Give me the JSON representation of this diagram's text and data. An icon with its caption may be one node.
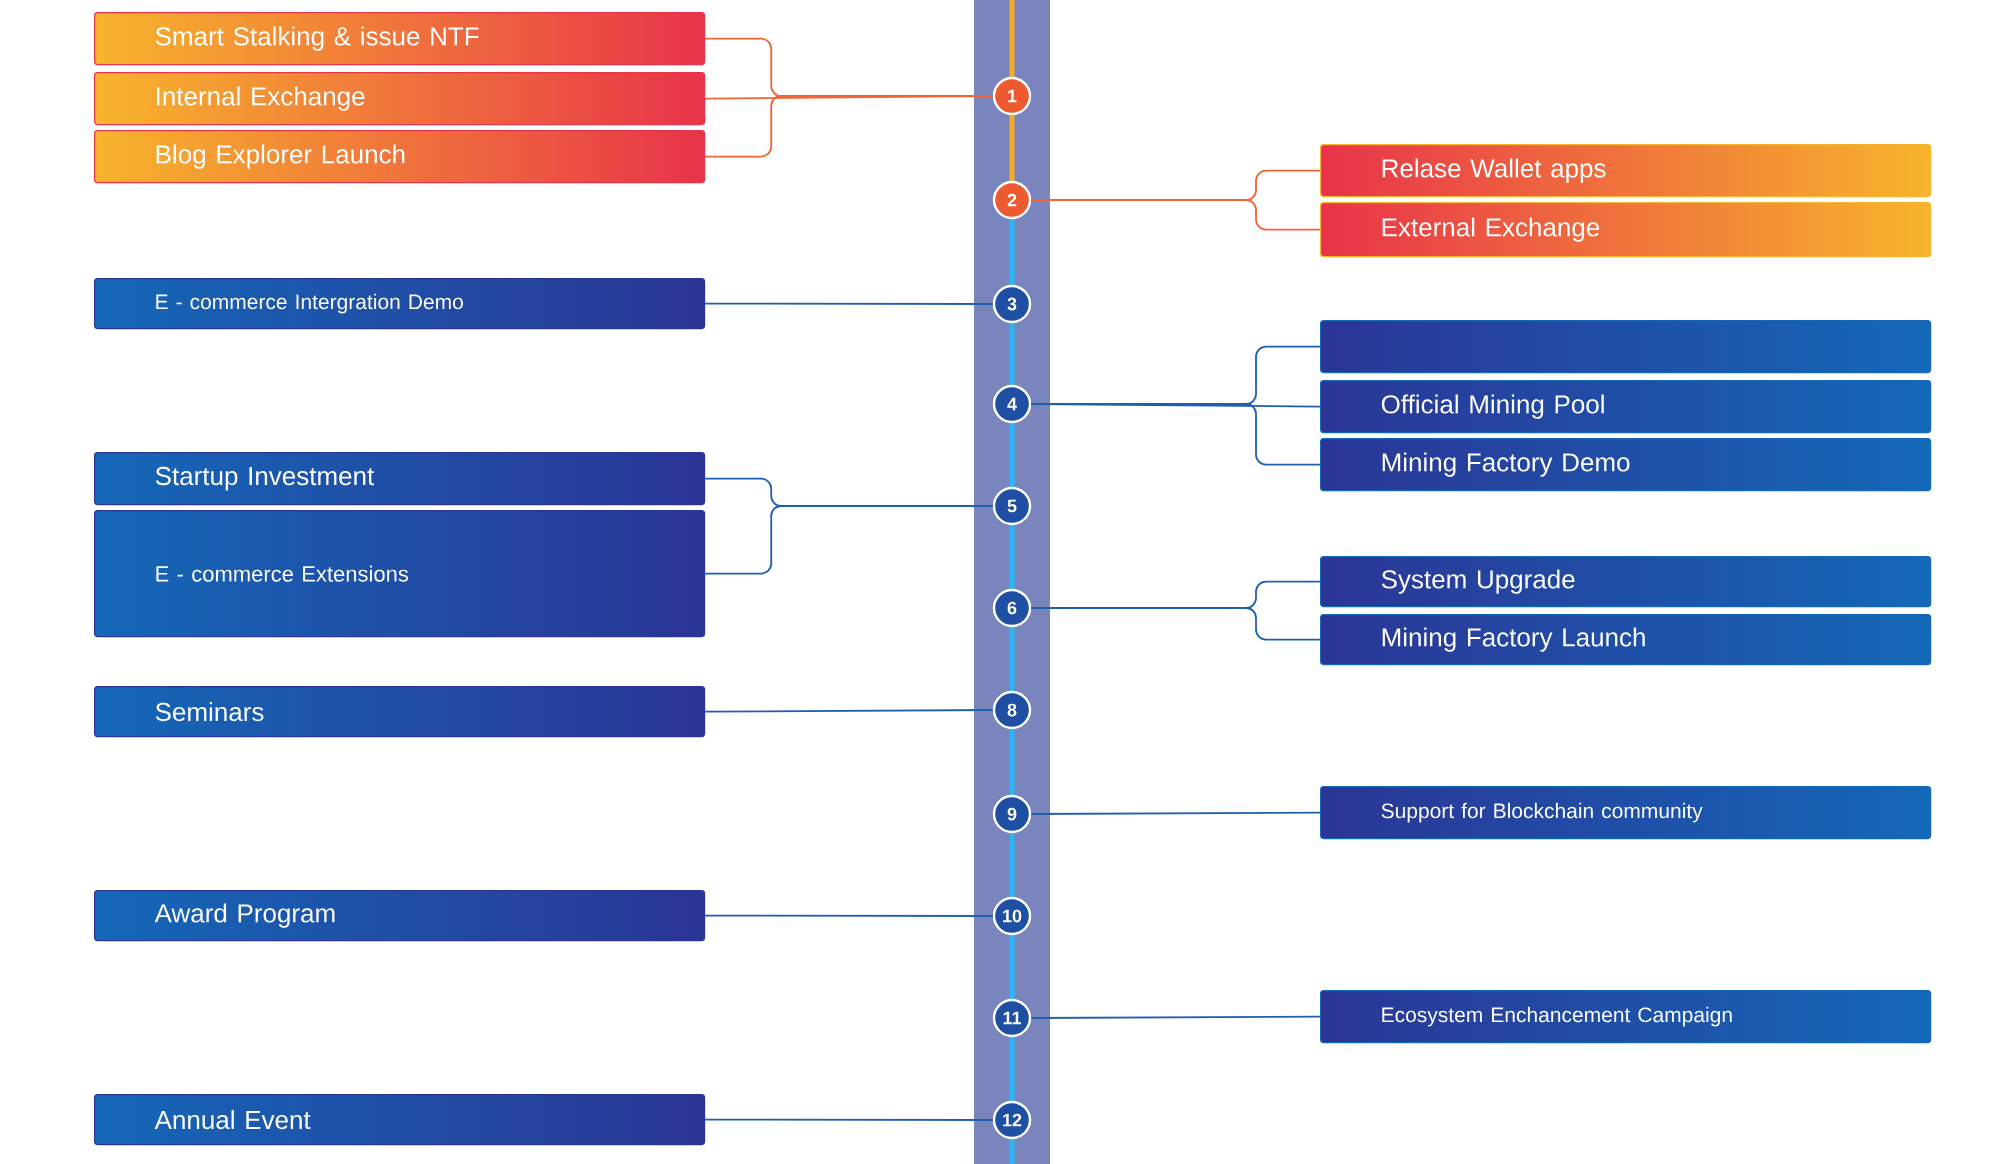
{
  "diagram": {
    "nodes": [
      {
        "text": [
          "Smart Stalking & issue NTF"
        ]
      },
      {
        "text": [
          "Internal Exchange"
        ]
      },
      {
        "text": [
          "Blog Explorer Launch"
        ]
      },
      {
        "text": [
          "1"
        ]
      },
      {
        "text": [
          "2"
        ]
      },
      {
        "text": [
          "Relase Wallet apps"
        ]
      },
      {
        "text": [
          "External Exchange"
        ]
      },
      {
        "text": [
          "E - commerce Intergration Demo"
        ]
      },
      {
        "text": [
          "3"
        ]
      },
      {
        "text": [],
        "shape": "box"
      },
      {
        "text": [
          "4"
        ]
      },
      {
        "text": [
          "Official Mining Pool"
        ]
      },
      {
        "text": [
          "Mining Factory Demo"
        ]
      },
      {
        "text": [
          "Startup Investment"
        ]
      },
      {
        "text": [
          "E - commerce Extensions"
        ]
      },
      {
        "text": [
          "5"
        ]
      },
      {
        "text": [
          "6"
        ]
      },
      {
        "text": [
          "System Upgrade"
        ]
      },
      {
        "text": [
          "Mining Factory Launch"
        ]
      },
      {
        "text": [
          "Seminars"
        ]
      },
      {
        "text": [
          "8"
        ]
      },
      {
        "text": [
          "9"
        ]
      },
      {
        "text": [
          "Support for Blockchain community"
        ]
      },
      {
        "text": [
          "Award Program"
        ]
      },
      {
        "text": [
          "10"
        ]
      },
      {
        "text": [
          "11"
        ]
      },
      {
        "text": [
          "Ecosystem Enchancement Campaign"
        ]
      },
      {
        "text": [
          "Annual Event"
        ]
      },
      {
        "text": [
          "12"
        ]
      }
    ],
    "edges": [
      {
        "from": 3,
        "to": 0,
        "arrow": "none",
        "color": "#f0643a"
      },
      {
        "from": 3,
        "to": 1,
        "arrow": "none",
        "color": "#f0643a"
      },
      {
        "from": 3,
        "to": 2,
        "arrow": "none",
        "color": "#f0643a"
      },
      {
        "from": 4,
        "to": 5,
        "arrow": "none",
        "color": "#f0643a"
      },
      {
        "from": 4,
        "to": 6,
        "arrow": "none",
        "color": "#f0643a"
      },
      {
        "from": 8,
        "to": 7,
        "arrow": "none"
      },
      {
        "from": 10,
        "to": 9,
        "arrow": "none"
      },
      {
        "from": 10,
        "to": 11,
        "arrow": "none"
      },
      {
        "from": 10,
        "to": 12,
        "arrow": "none"
      },
      {
        "from": 15,
        "to": 13,
        "arrow": "none"
      },
      {
        "from": 15,
        "to": 14,
        "arrow": "none"
      },
      {
        "from": 16,
        "to": 17,
        "arrow": "none"
      },
      {
        "from": 16,
        "to": 18,
        "arrow": "none"
      },
      {
        "from": 20,
        "to": 19,
        "arrow": "none"
      },
      {
        "from": 21,
        "to": 22,
        "arrow": "none"
      },
      {
        "from": 24,
        "to": 23,
        "arrow": "none"
      },
      {
        "from": 25,
        "to": 26,
        "arrow": "none"
      },
      {
        "from": 28,
        "to": 27,
        "arrow": "none"
      }
    ]
  }
}
